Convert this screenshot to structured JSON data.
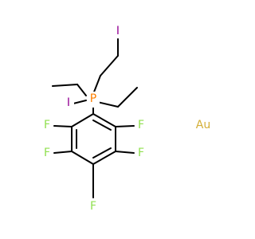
{
  "molecule": {
    "atoms": {
      "iodine_top": {
        "symbol": "I",
        "color": "#940094"
      },
      "iodine_left": {
        "symbol": "I",
        "color": "#940094"
      },
      "phosphorus": {
        "symbol": "P",
        "color": "#FF8000"
      },
      "fluorine_1": {
        "symbol": "F",
        "color": "#90E050"
      },
      "fluorine_2": {
        "symbol": "F",
        "color": "#90E050"
      },
      "fluorine_3": {
        "symbol": "F",
        "color": "#90E050"
      },
      "fluorine_4": {
        "symbol": "F",
        "color": "#90E050"
      },
      "fluorine_5": {
        "symbol": "F",
        "color": "#90E050"
      },
      "gold": {
        "symbol": "Au",
        "color": "#D4AF37"
      }
    }
  }
}
